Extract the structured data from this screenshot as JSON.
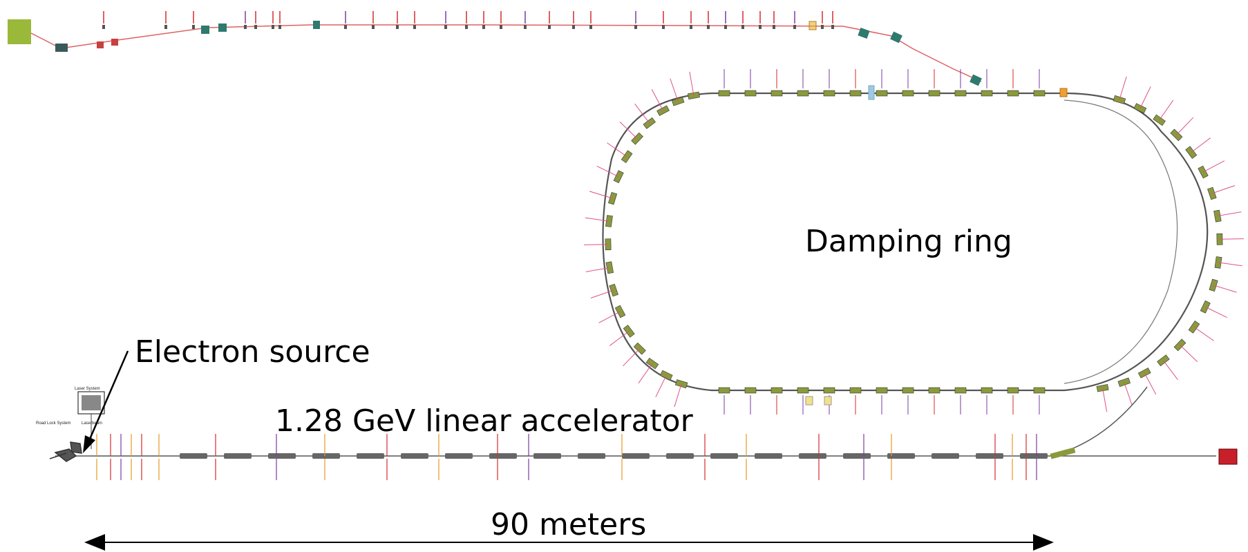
{
  "labels": {
    "damping_ring": "Damping ring",
    "electron_source": "Electron source",
    "linac": "1.28 GeV linear accelerator",
    "scale": "90 meters",
    "laser_system": "Laser System",
    "load_lock_system": "Road Lock System",
    "laser_beam": "Laserbeam"
  },
  "colors": {
    "beamline": "#555555",
    "transport_line": "#e06060",
    "magnet_green": "#8a9a3c",
    "magnet_teal": "#2e7a6e",
    "marker_red": "#d42a2a",
    "marker_pink": "#e0508a",
    "marker_purple": "#7a3aa0",
    "marker_orange": "#e69a20",
    "source_block": "#9ab83a",
    "dump_block": "#c8202a"
  }
}
